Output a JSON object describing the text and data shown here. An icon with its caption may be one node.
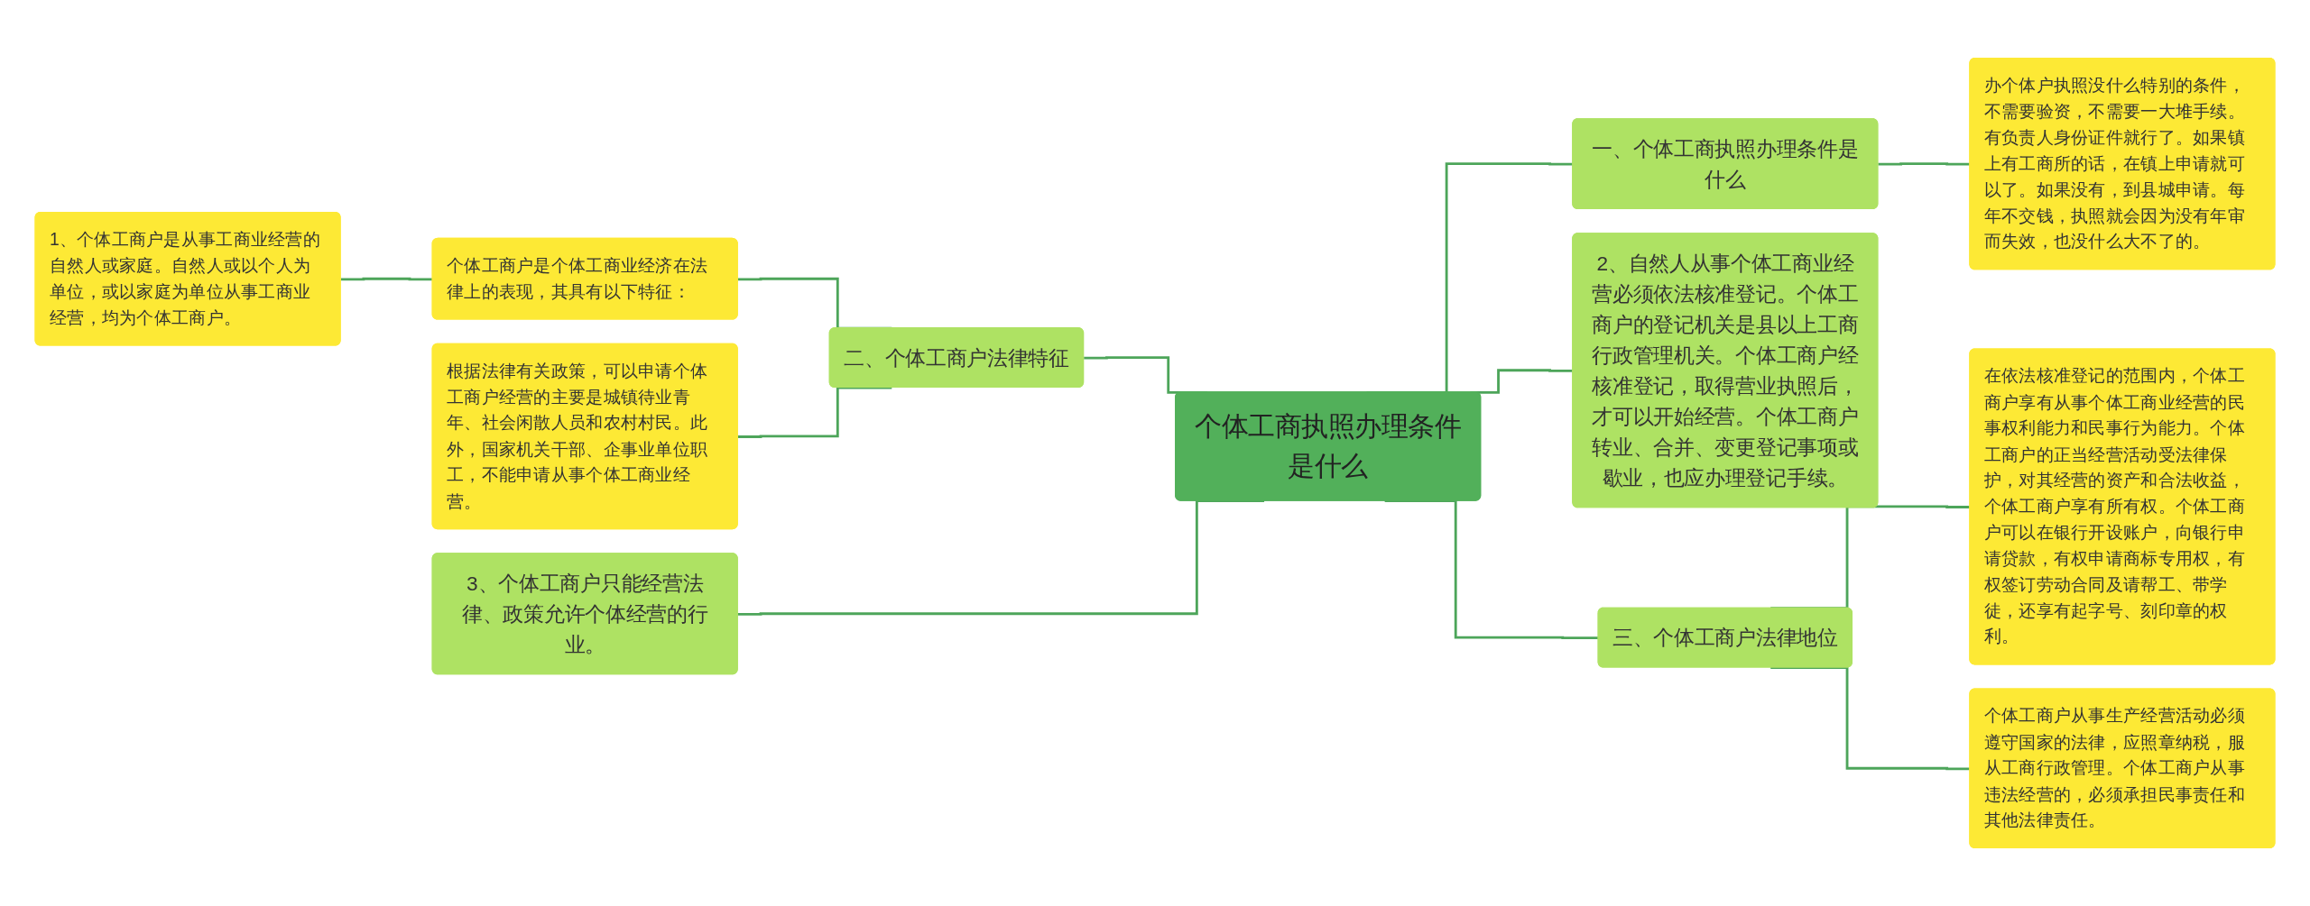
{
  "diagram": {
    "nodes": [
      {
        "text": [
          "个体工商执照办理条件是什么"
        ]
      },
      {
        "text": [
          "一、个体工商执照办理条件是什么"
        ]
      },
      {
        "text": [
          "办个体户执照没什么特别的条件，不需要验资，不需要一大堆手续。有负责人身份证件就行了。如果镇上有工商所的话，在镇上申请就可以了。如果没有，到县城申请。每年不交钱，执照就会因为没有年审而失效，也没什么大不了的。"
        ]
      },
      {
        "text": [
          "2、自然人从事个体工商业经营必须依法核准登记。个体工商户的登记机关是县以上工商行政管理机关。个体工商户经核准登记，取得营业执照后，才可以开始经营。个体工商户转业、合并、变更登记事项或歇业，也应办理登记手续。"
        ]
      },
      {
        "text": [
          "三、个体工商户法律地位"
        ]
      },
      {
        "text": [
          "在依法核准登记的范围内，个体工商户享有从事个体工商业经营的民事权利能力和民事行为能力。个体工商户的正当经营活动受法律保护，对其经营的资产和合法收益，个体工商户享有所有权。个体工商户可以在银行开设账户，向银行申请贷款，有权申请商标专用权，有权签订劳动合同及请帮工、带学徒，还享有起字号、刻印章的权利。"
        ]
      },
      {
        "text": [
          "个体工商户从事生产经营活动必须遵守国家的法律，应照章纳税，服从工商行政管理。个体工商户从事违法经营的，必须承担民事责任和其他法律责任。"
        ]
      },
      {
        "text": [
          "二、个体工商户法律特征"
        ]
      },
      {
        "text": [
          "个体工商户是个体工商业经济在法律上的表现，其具有以下特征："
        ]
      },
      {
        "text": [
          "1、个体工商户是从事工商业经营的自然人或家庭。自然人或以个人为单位，或以家庭为单位从事工商业经营，均为个体工商户。"
        ]
      },
      {
        "text": [
          "根据法律有关政策，可以申请个体工商户经营的主要是城镇待业青年、社会闲散人员和农村村民。此外，国家机关干部、企事业单位职工，不能申请从事个体工商业经营。"
        ]
      },
      {
        "text": [
          "3、个体工商户只能经营法律、政策允许个体经营的行业。"
        ]
      }
    ],
    "edges": [
      {
        "from": 0,
        "to": 1,
        "arrow": "none"
      },
      {
        "from": 1,
        "to": 2,
        "arrow": "none"
      },
      {
        "from": 0,
        "to": 3,
        "arrow": "none"
      },
      {
        "from": 0,
        "to": 4,
        "arrow": "none"
      },
      {
        "from": 4,
        "to": 5,
        "arrow": "none"
      },
      {
        "from": 4,
        "to": 6,
        "arrow": "none"
      },
      {
        "from": 7,
        "to": 0,
        "arrow": "none"
      },
      {
        "from": 8,
        "to": 7,
        "arrow": "none"
      },
      {
        "from": 9,
        "to": 8,
        "arrow": "none"
      },
      {
        "from": 10,
        "to": 7,
        "arrow": "none"
      },
      {
        "from": 11,
        "to": 0,
        "arrow": "none"
      }
    ]
  }
}
